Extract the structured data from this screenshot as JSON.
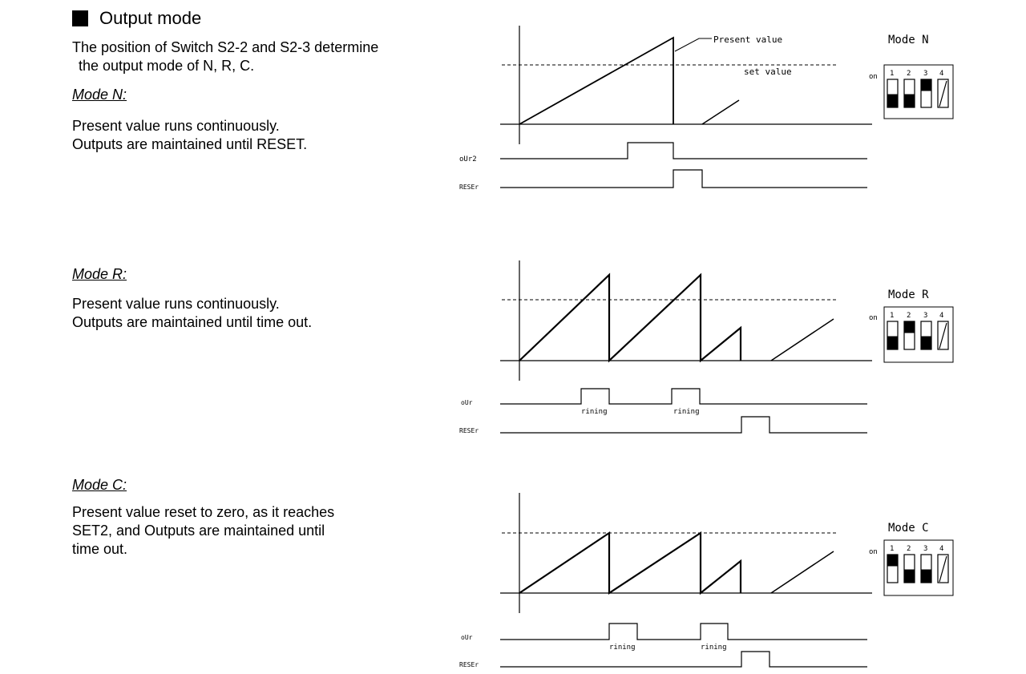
{
  "section": {
    "title": "Output mode"
  },
  "intro": {
    "line1": "The position of Switch S2-2 and S2-3 determine",
    "line2": "the output mode of N, R, C."
  },
  "modes": [
    {
      "heading": "Mode N:",
      "desc": [
        "Present value runs continuously.",
        "Outputs are maintained until RESET."
      ],
      "switch_title": "Mode  N",
      "switch_on_label": "on",
      "switch_numbers": [
        "1",
        "2",
        "3",
        "4"
      ],
      "switch_positions": [
        "down",
        "down",
        "up",
        "slash"
      ],
      "signals": [
        "oUr2",
        "RESEr"
      ],
      "pulse_labels": []
    },
    {
      "heading": "Mode R:",
      "desc": [
        "Present value runs continuously.",
        "Outputs are maintained until time out."
      ],
      "switch_title": "Mode  R",
      "switch_on_label": "on",
      "switch_numbers": [
        "1",
        "2",
        "3",
        "4"
      ],
      "switch_positions": [
        "down",
        "up",
        "down",
        "slash"
      ],
      "signals": [
        "oUr",
        "RESEr"
      ],
      "pulse_labels": [
        "rining",
        "rining"
      ]
    },
    {
      "heading": "Mode C:",
      "desc": [
        "Present value reset to zero, as it reaches",
        "SET2, and Outputs are maintained until",
        "time out."
      ],
      "switch_title": "Mode  C",
      "switch_on_label": "on",
      "switch_numbers": [
        "1",
        "2",
        "3",
        "4"
      ],
      "switch_positions": [
        "up",
        "down",
        "down",
        "slash"
      ],
      "signals": [
        "oUr",
        "RESEr"
      ],
      "pulse_labels": [
        "rining",
        "rining"
      ]
    }
  ],
  "annotations": {
    "present_value": "Present value",
    "set_value": "set value"
  }
}
